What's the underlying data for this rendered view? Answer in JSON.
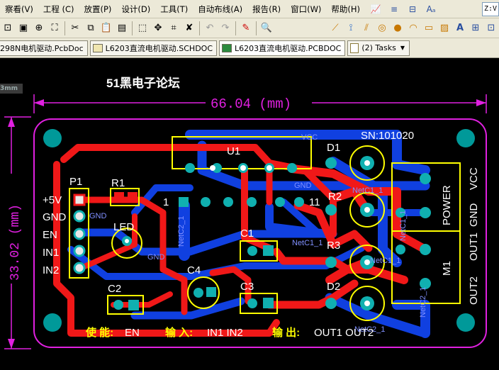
{
  "menu": {
    "items": [
      "察看(V)",
      "工程 (C)",
      "放置(P)",
      "设计(D)",
      "工具(T)",
      "自动布线(A)",
      "报告(R)",
      "窗口(W)",
      "帮助(H)"
    ],
    "zoom_box": "Z:V"
  },
  "tabs": [
    {
      "label": "298N电机驱动.PcbDoc",
      "active": false
    },
    {
      "label": "L6203直流电机驱动.SCHDOC",
      "active": false
    },
    {
      "label": "L6203直流电机驱动.PCBDOC",
      "active": true
    }
  ],
  "tasks_label": "(2) Tasks",
  "ruler_unit": "3mm",
  "pcb": {
    "forum_title": "51黑电子论坛",
    "width_dim": "66.04 (mm)",
    "height_dim": "33.02 (mm)",
    "serial": "SN:101020",
    "vcc_net": "VCC",
    "gnd_net": "GND",
    "ref_P1": "P1",
    "ref_R1": "R1",
    "ref_LED": "LED",
    "ref_U1": "U1",
    "ref_C1": "C1",
    "ref_C2": "C2",
    "ref_C3": "C3",
    "ref_C4": "C4",
    "ref_D1": "D1",
    "ref_D2": "D2",
    "ref_R2": "R2",
    "ref_R3": "R3",
    "ref_M1": "M1",
    "pin_1": "1",
    "pin_11": "11",
    "left_labels": [
      "+5V",
      "GND",
      "EN",
      "IN1",
      "IN2"
    ],
    "bottom_enable": "使 能:",
    "bottom_en": "EN",
    "bottom_input": "输 入:",
    "bottom_in": "IN1 IN2",
    "bottom_output": "输 出:",
    "bottom_out": "OUT1 OUT2",
    "power_label": "POWER",
    "right_vcc": "VCC",
    "right_gnd": "GND",
    "right_out1": "OUT1",
    "right_out2": "OUT2",
    "net_labels": [
      "NetC1_1",
      "NetC2_1",
      "NetC1_1",
      "NetC1_1",
      "NetC1_1",
      "NetC2_1",
      "NetC2_1"
    ]
  }
}
